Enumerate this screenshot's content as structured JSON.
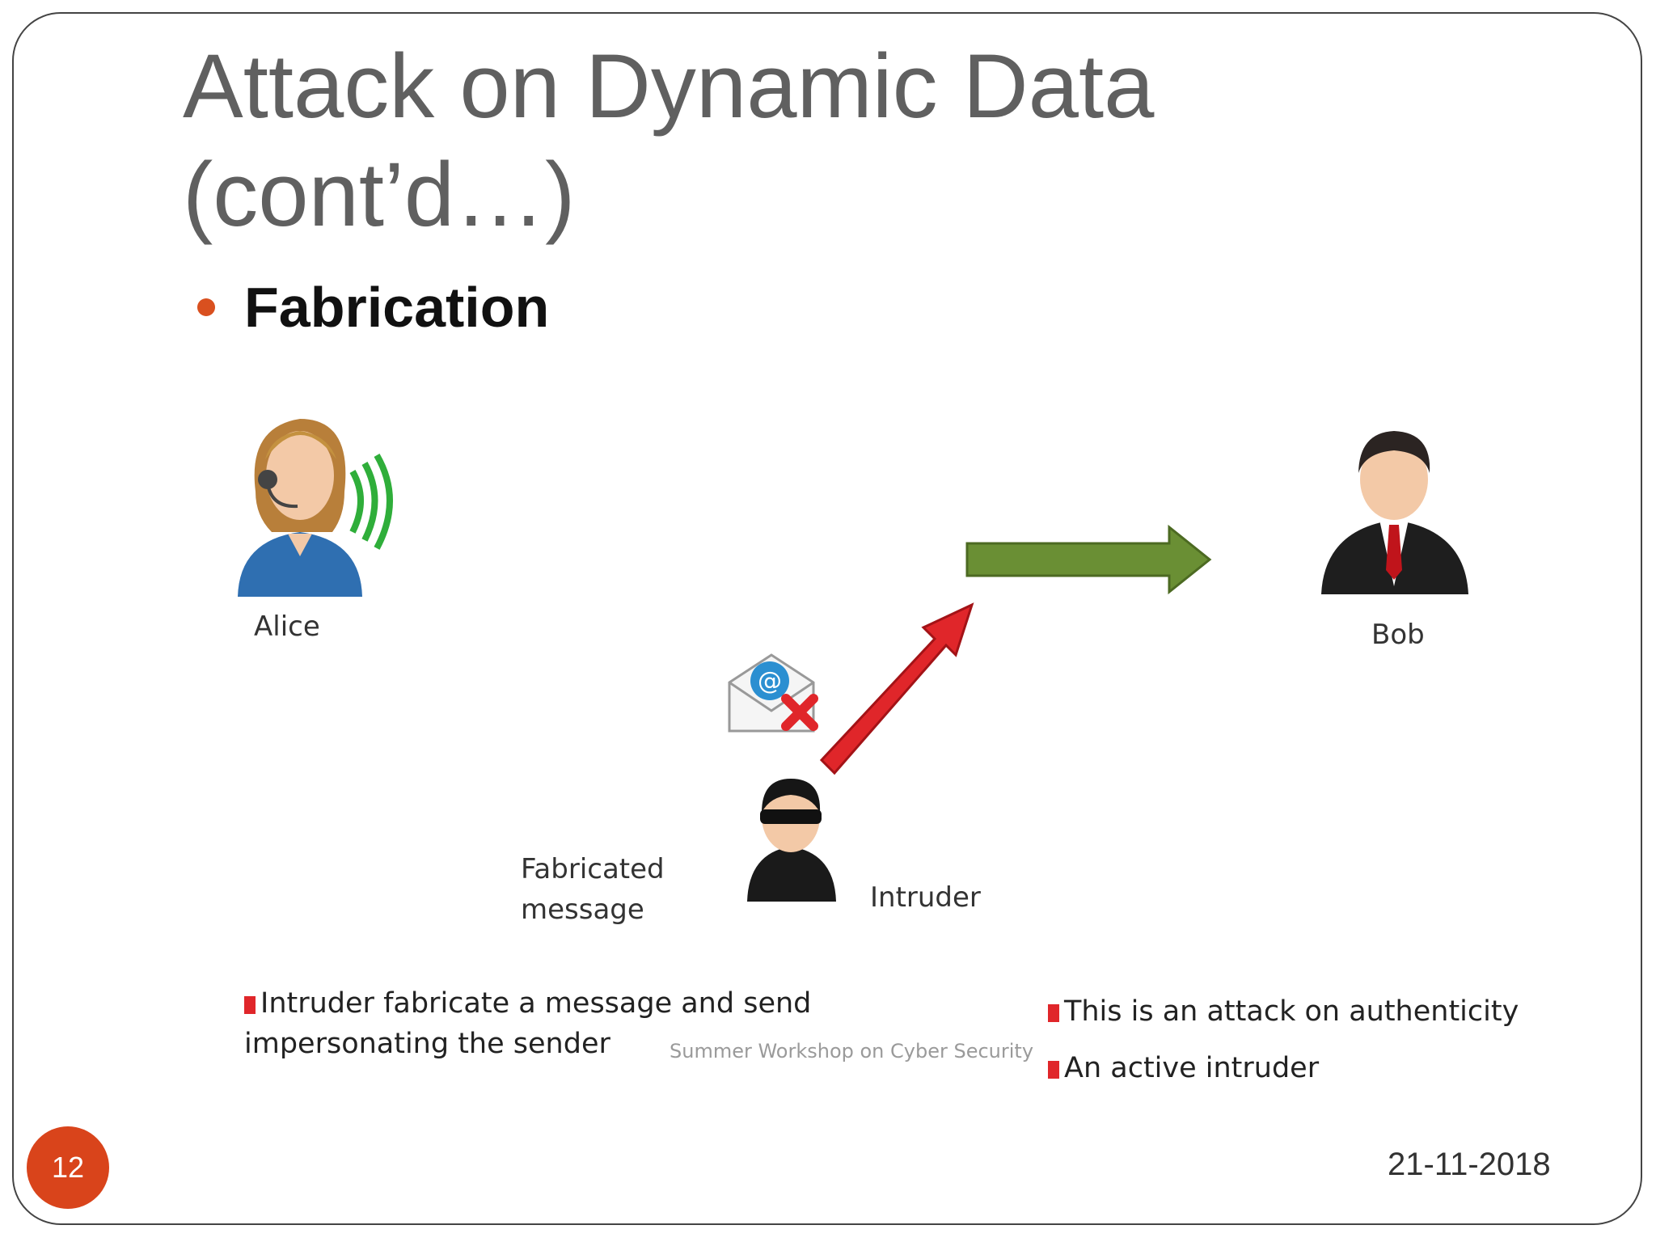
{
  "slide": {
    "title_line1": "Attack on Dynamic Data",
    "title_line2": "(cont’d…)",
    "bullet": "Fabrication",
    "page_number": "12",
    "date": "21-11-2018"
  },
  "diagram": {
    "alice_label": "Alice",
    "bob_label": "Bob",
    "intruder_label": "Intruder",
    "message_label_line1": "Fabricated",
    "message_label_line2": "message",
    "note_left_line1": "Intruder fabricate a message and send",
    "note_left_line2": "impersonating the sender",
    "note_right_1": "This is an attack on authenticity",
    "note_right_2": "An active intruder",
    "footer_source": "Summer Workshop on Cyber Security",
    "colors": {
      "green_arrow": "#6a8f34",
      "red_arrow": "#e0262a",
      "accent": "#d9441b"
    },
    "icons": [
      "alice-icon",
      "bob-icon",
      "intruder-icon",
      "email-fabricated-icon"
    ]
  }
}
